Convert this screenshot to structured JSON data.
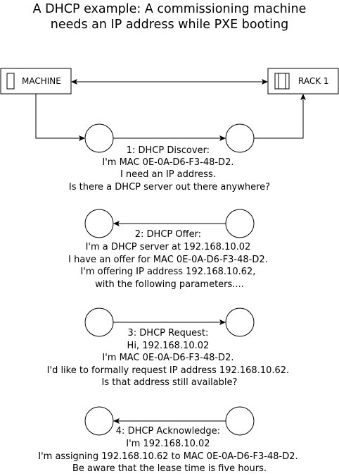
{
  "title": {
    "line1": "A DHCP example: A commissioning machine",
    "line2": "needs an IP address while PXE booting"
  },
  "nodes": {
    "machine": "MACHINE",
    "rack": "RACK 1"
  },
  "steps": [
    {
      "direction": "right",
      "lines": [
        "1: DHCP Discover:",
        "I'm MAC 0E-0A-D6-F3-48-D2.",
        "I need an IP address.",
        "Is there a DHCP server out there anywhere?"
      ]
    },
    {
      "direction": "left",
      "lines": [
        "2: DHCP Offer:",
        "I'm a DHCP server at 192.168.10.02",
        "I have an offer for MAC 0E-0A-D6-F3-48-D2.",
        "I'm offering IP address 192.168.10.62,",
        "with the following parameters...."
      ]
    },
    {
      "direction": "right",
      "lines": [
        "3: DHCP Request:",
        "Hi, 192.168.10.02",
        "I'm MAC 0E-0A-D6-F3-48-D2.",
        "I'd like to formally request IP address 192.168.10.62.",
        "Is that address still available?"
      ]
    },
    {
      "direction": "left",
      "lines": [
        "4: DHCP Acknowledge:",
        "I'm 192.168.10.02",
        "I'm assigning 192.168.10.62 to MAC 0E-0A-D6-F3-48-D2.",
        "Be aware that the lease time is five hours."
      ]
    }
  ]
}
